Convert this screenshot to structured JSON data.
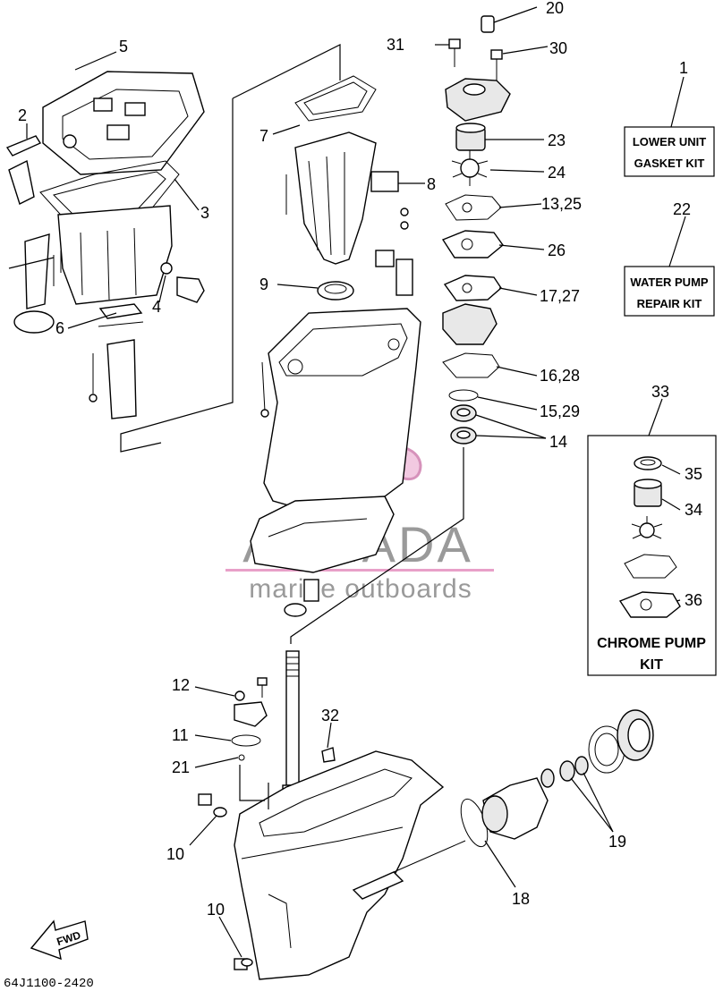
{
  "callouts": {
    "c1": "1",
    "c2": "2",
    "c3": "3",
    "c4": "4",
    "c5": "5",
    "c6": "6",
    "c7": "7",
    "c8": "8",
    "c9": "9",
    "c10a": "10",
    "c10b": "10",
    "c11": "11",
    "c12": "12",
    "c13_25": "13,25",
    "c14": "14",
    "c15_29": "15,29",
    "c16_28": "16,28",
    "c17_27": "17,27",
    "c18": "18",
    "c19": "19",
    "c20": "20",
    "c21": "21",
    "c22": "22",
    "c23": "23",
    "c24": "24",
    "c26": "26",
    "c30": "30",
    "c31": "31",
    "c32": "32",
    "c33": "33",
    "c34": "34",
    "c35": "35",
    "c36": "36"
  },
  "kits": {
    "lower_unit_gasket_kit": {
      "line1": "LOWER UNIT",
      "line2": "GASKET KIT"
    },
    "water_pump_repair_kit": {
      "line1": "WATER PUMP",
      "line2": "REPAIR KIT"
    },
    "chrome_pump_kit": {
      "line1": "CHROME PUMP",
      "line2": "KIT"
    }
  },
  "watermark": {
    "brand": "ARMADA",
    "tagline": "marine outboards",
    "color": "#e8a0c8"
  },
  "direction_label": "FWD",
  "drawing_number": "64J1100-2420"
}
